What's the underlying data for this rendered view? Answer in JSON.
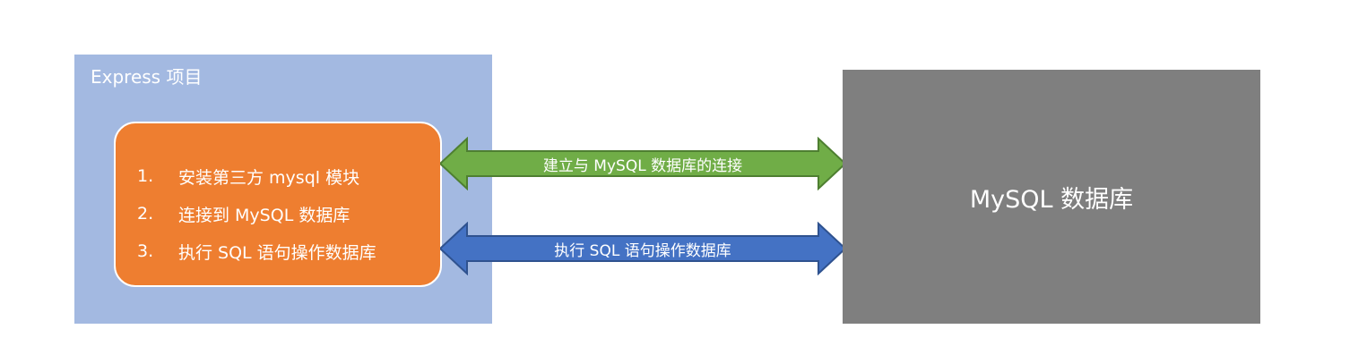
{
  "express": {
    "title": "Express 项目",
    "steps": [
      {
        "num": "1.",
        "text": "安装第三方 mysql 模块"
      },
      {
        "num": "2.",
        "text": "连接到 MySQL 数据库"
      },
      {
        "num": "3.",
        "text": "执行 SQL 语句操作数据库"
      }
    ]
  },
  "arrows": {
    "connect": {
      "label": "建立与 MySQL 数据库的连接"
    },
    "sql": {
      "label": "执行 SQL 语句操作数据库"
    }
  },
  "database": {
    "label": "MySQL 数据库"
  },
  "colors": {
    "express_bg": "#a3b9e1",
    "steps_bg": "#ee7e30",
    "database_bg": "#7f7f7f",
    "arrow_connect": "#70ad47",
    "arrow_sql": "#4472c4"
  }
}
